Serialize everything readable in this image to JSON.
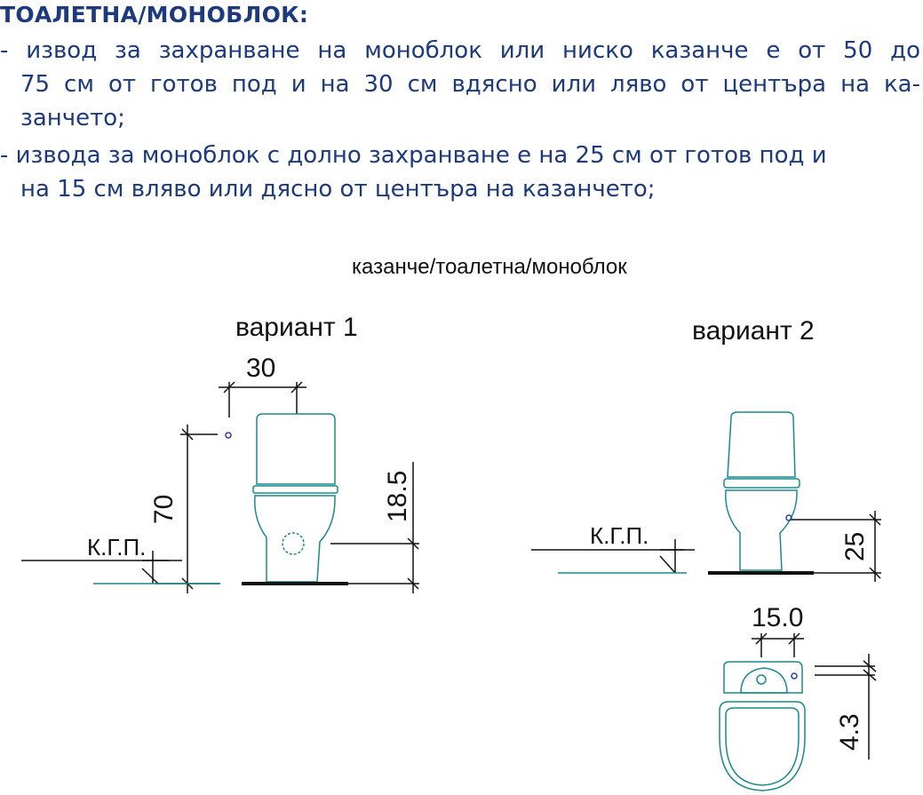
{
  "heading": "ТОАЛЕТНА/МОНОБЛОК:",
  "paragraphs": [
    {
      "lines": [
        "- извод за захранване на моноблок или ниско казанче е от 50 до",
        "75 см от готов под и на 30 см вдясно или ляво от центъра на ка-",
        "занчето;"
      ]
    },
    {
      "lines": [
        "- извода за моноблок с долно захранване е на 25 см от готов под и",
        "на 15 см вляво или дясно от центъра на казанчето;"
      ]
    }
  ],
  "diagram": {
    "title": "казанче/тоалетна/моноблок",
    "variant1": {
      "label": "вариант 1",
      "dim_horizontal": "30",
      "dim_height": "70",
      "dim_side": "18.5",
      "floor_label": "К.Г.П."
    },
    "variant2": {
      "label": "вариант 2",
      "dim_height": "25",
      "floor_label": "К.Г.П.",
      "dim_top_width": "15.0",
      "dim_top_depth": "4.3"
    }
  },
  "colors": {
    "text": "#1d3a7c",
    "fixture": "#1a8a8a",
    "connection": "#2b3fa0"
  }
}
